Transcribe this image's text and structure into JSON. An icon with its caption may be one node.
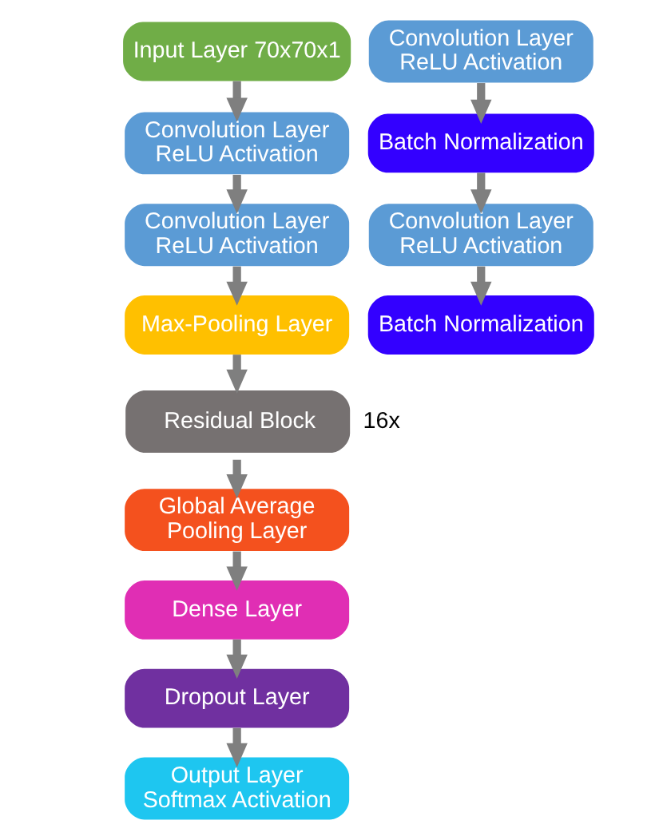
{
  "diagram": {
    "nodes": [
      {
        "text": [
          "Input Layer 70x70x1"
        ]
      },
      {
        "text": [
          "Convolution Layer ReLU Activation"
        ]
      },
      {
        "text": [
          "Convolution Layer ReLU Activation"
        ]
      },
      {
        "text": [
          "Max-Pooling Layer"
        ]
      },
      {
        "text": [
          "Residual Block"
        ],
        "beside": [
          "16x"
        ]
      },
      {
        "text": [
          "Global Average Pooling Layer"
        ]
      },
      {
        "text": [
          "Dense Layer"
        ]
      },
      {
        "text": [
          "Dropout Layer"
        ]
      },
      {
        "text": [
          "Output Layer Softmax Activation"
        ]
      },
      {
        "text": [
          "Convolution Layer ReLU Activation"
        ]
      },
      {
        "text": [
          "Batch Normalization"
        ]
      },
      {
        "text": [
          "Convolution Layer ReLU Activation"
        ]
      },
      {
        "text": [
          "Batch Normalization"
        ]
      }
    ],
    "edges": [
      {
        "from": 0,
        "to": 1,
        "arrow": "to"
      },
      {
        "from": 1,
        "to": 2,
        "arrow": "to"
      },
      {
        "from": 2,
        "to": 3,
        "arrow": "to"
      },
      {
        "from": 3,
        "to": 4,
        "arrow": "to"
      },
      {
        "from": 4,
        "to": 5,
        "arrow": "to"
      },
      {
        "from": 5,
        "to": 6,
        "arrow": "to"
      },
      {
        "from": 6,
        "to": 7,
        "arrow": "to"
      },
      {
        "from": 7,
        "to": 8,
        "arrow": "to"
      },
      {
        "from": 9,
        "to": 10,
        "arrow": "to"
      },
      {
        "from": 10,
        "to": 11,
        "arrow": "to"
      },
      {
        "from": 11,
        "to": 12,
        "arrow": "to"
      }
    ]
  }
}
